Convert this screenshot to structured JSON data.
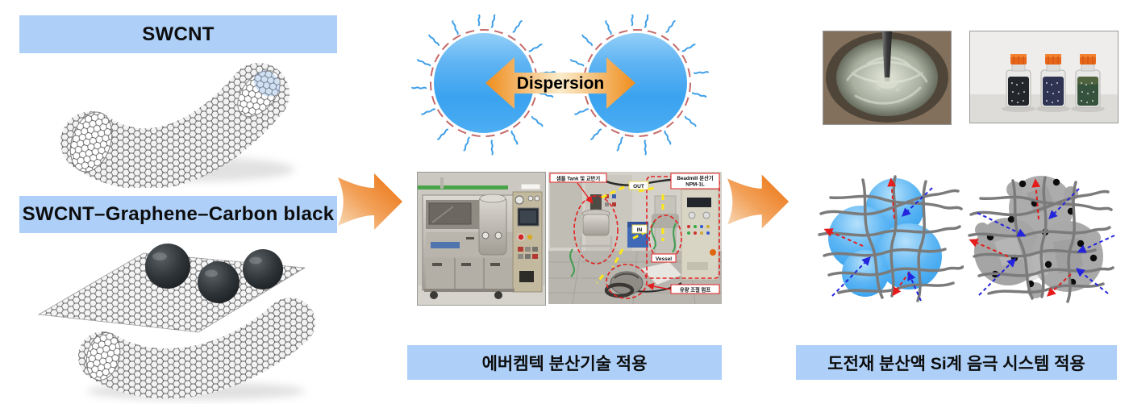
{
  "left_column": {
    "banner_top": "SWCNT",
    "banner_bottom": "SWCNT–Graphene–Carbon black"
  },
  "process": {
    "dispersion_label": "Dispersion"
  },
  "equipment_photo": {
    "labels": {
      "sample_tank": "샘플 Tank 및 교반기",
      "out": "OUT",
      "in": "IN",
      "beadmill_line1": "Beadmill 분산기",
      "beadmill_line2": "NPM-1L",
      "vessel": "Vessel",
      "flow_pump": "유량 조절 펌프"
    }
  },
  "middle_column": {
    "banner": "에버켐텍 분산기술 적용"
  },
  "right_column": {
    "banner": "도전재 분산액 Si계 음극 시스템 적용"
  },
  "colors": {
    "banner_background": "#aed0f8",
    "flow_arrow_orange": "#ea6f0d",
    "dispersion_sphere_blue": "#3aa2f0",
    "surfactant_squiggle_blue": "#3f9fe8",
    "dashed_ring_red": "#c66a6a",
    "annotation_red": "#e32020",
    "annotation_yellow": "#ffe81a",
    "network_fiber_gray": "#7b7b7b",
    "vector_arrow_red": "#e51c1c",
    "vector_arrow_blue": "#2424dd",
    "bottle_cap_orange": "#e8661a",
    "bottle_liquids": [
      "#23262b",
      "#2f3452",
      "#35523c"
    ]
  }
}
